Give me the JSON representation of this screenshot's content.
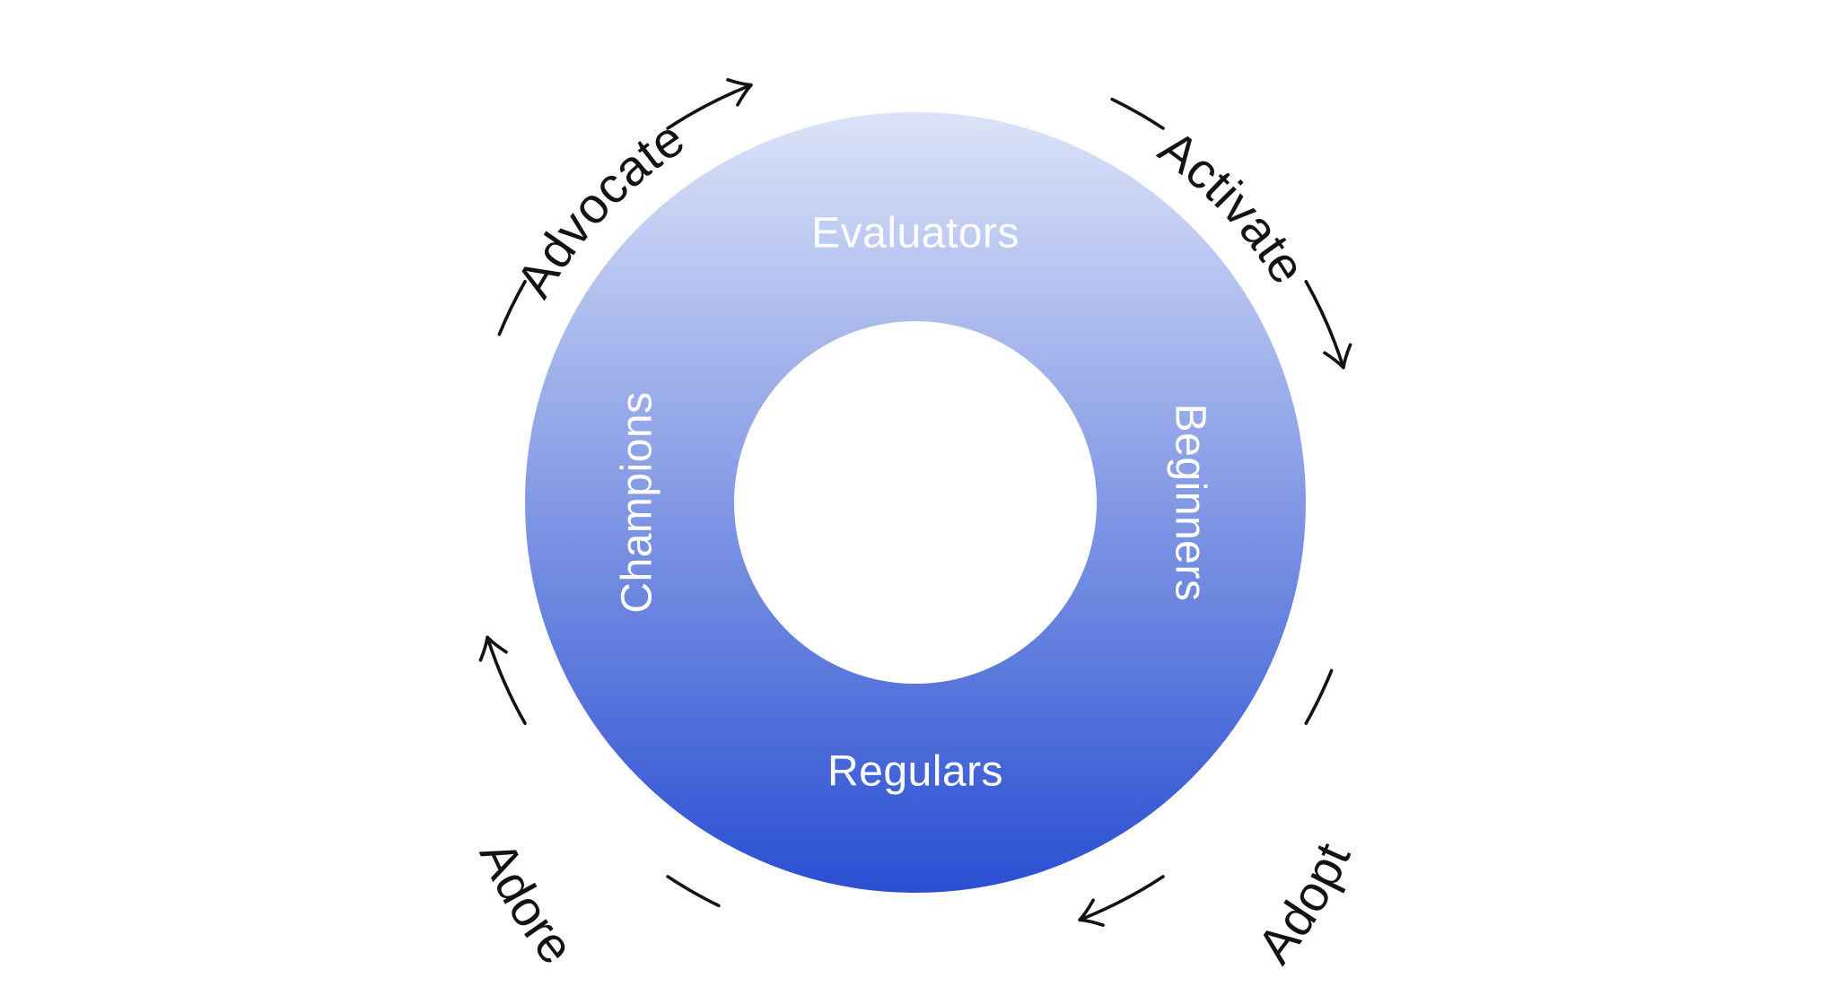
{
  "diagram": {
    "type": "cycle-donut-diagram",
    "background": "#ffffff",
    "segments": [
      {
        "label": "Evaluators",
        "position": "top"
      },
      {
        "label": "Beginners",
        "position": "right"
      },
      {
        "label": "Regulars",
        "position": "bottom"
      },
      {
        "label": "Champions",
        "position": "left"
      }
    ],
    "actions": [
      {
        "label": "Advocate",
        "position": "top-left",
        "arrow_direction": "clockwise"
      },
      {
        "label": "Activate",
        "position": "top-right",
        "arrow_direction": "clockwise"
      },
      {
        "label": "Adopt",
        "position": "bottom-right",
        "arrow_direction": "clockwise"
      },
      {
        "label": "Adore",
        "position": "bottom-left",
        "arrow_direction": "clockwise"
      }
    ],
    "colors": {
      "ring_gradient_top": "#e3e9f9",
      "ring_gradient_bottom": "#2b50d2",
      "segment_text": "#ffffff",
      "action_text": "#131313",
      "arrow": "#131313"
    }
  }
}
